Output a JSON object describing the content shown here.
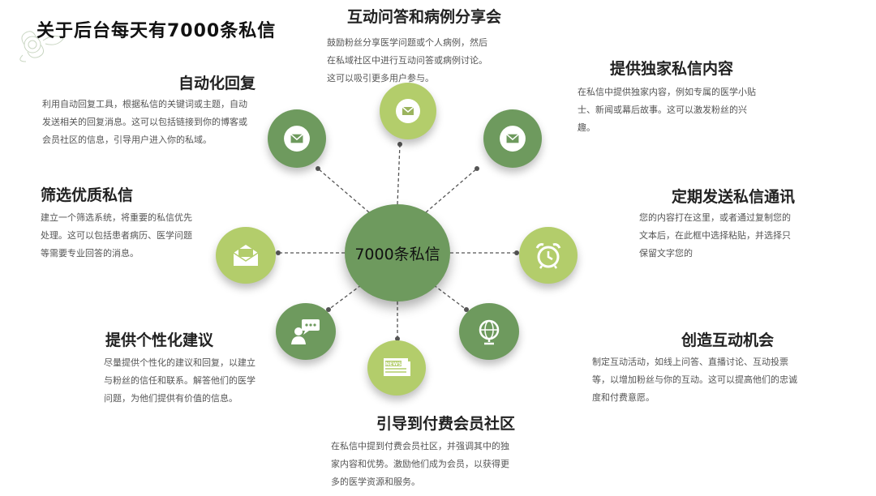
{
  "page_title": "关于后台每天有7000条私信",
  "center_label": "7000条私信",
  "sections": {
    "qa": {
      "title": "互动问答和病例分享会",
      "body": "鼓励粉丝分享医学问题或个人病例，然后在私域社区中进行互动问答或病例讨论。这可以吸引更多用户参与。",
      "icon": "envelope-icon"
    },
    "auto": {
      "title": "自动化回复",
      "body": "利用自动回复工具，根据私信的关键词或主题，自动发送相关的回复消息。这可以包括链接到你的博客或会员社区的信息，引导用户进入你的私域。",
      "icon": "envelope-icon"
    },
    "exclusive": {
      "title": "提供独家私信内容",
      "body": "在私信中提供独家内容，例如专属的医学小贴士、新闻或幕后故事。这可以激发粉丝的兴趣。",
      "icon": "envelope-icon"
    },
    "filter": {
      "title": "筛选优质私信",
      "body": "建立一个筛选系统，将重要的私信优先处理。这可以包括患者病历、医学问题等需要专业回答的消息。",
      "icon": "open-envelope-icon"
    },
    "newsletter": {
      "title": "定期发送私信通讯",
      "body": "您的内容打在这里，或者通过复制您的文本后，在此框中选择粘贴，并选择只保留文字您的",
      "icon": "alarm-clock-icon"
    },
    "advice": {
      "title": "提供个性化建议",
      "body": "尽量提供个性化的建议和回复，以建立与粉丝的信任和联系。解答他们的医学问题，为他们提供有价值的信息。",
      "icon": "chat-person-icon"
    },
    "interact": {
      "title": "创造互动机会",
      "body": "制定互动活动，如线上问答、直播讨论、互动投票等，以增加粉丝与你的互动。这可以提高他们的忠诚度和付费意愿。",
      "icon": "globe-icon"
    },
    "paid": {
      "title": "引导到付费会员社区",
      "body": "在私信中提到付费会员社区，并强调其中的独家内容和优势。激励他们成为会员，以获得更多的医学资源和服务。",
      "icon": "newspaper-icon",
      "icon_text": "NEWS"
    }
  },
  "colors": {
    "dark_green": "#6e9a5e",
    "light_green": "#b3cd6b",
    "line": "#555555"
  }
}
